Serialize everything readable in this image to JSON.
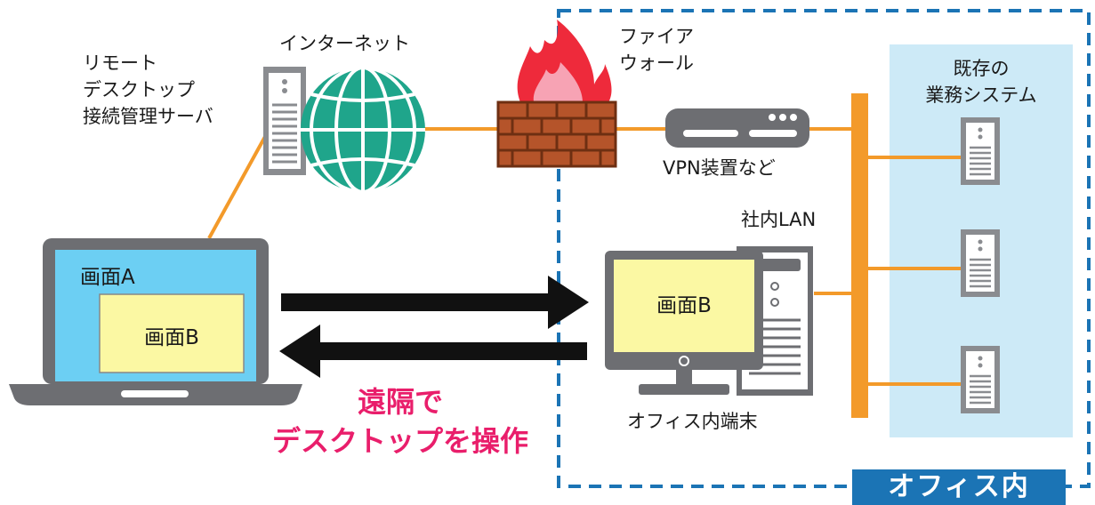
{
  "labels": {
    "remote_server": "リモート\nデスクトップ\n接続管理サーバ",
    "internet": "インターネット",
    "firewall": "ファイア\nウォール",
    "vpn": "VPN装置など",
    "business_system": "既存の\n業務システム",
    "lan": "社内LAN",
    "office_terminal": "オフィス内端末",
    "screen_a": "画面A",
    "screen_b_laptop": "画面B",
    "screen_b_desktop": "画面B",
    "remote_operation": "遠隔で\nデスクトップを操作",
    "office_area": "オフィス内"
  },
  "colors": {
    "orange": "#f39a2a",
    "office_blue": "#1b74b5",
    "pink": "#e91e6b",
    "light_blue": "#cdeaf7",
    "screen_blue": "#6ccff3",
    "screen_yellow": "#fbf8a3",
    "globe_teal": "#1fa58b",
    "server_gray": "#8a8c90"
  },
  "icons": [
    "server-icon",
    "globe-icon",
    "firewall-icon",
    "vpn-device-icon",
    "laptop-icon",
    "desktop-pc-icon",
    "arrow-right-icon",
    "arrow-left-icon"
  ]
}
